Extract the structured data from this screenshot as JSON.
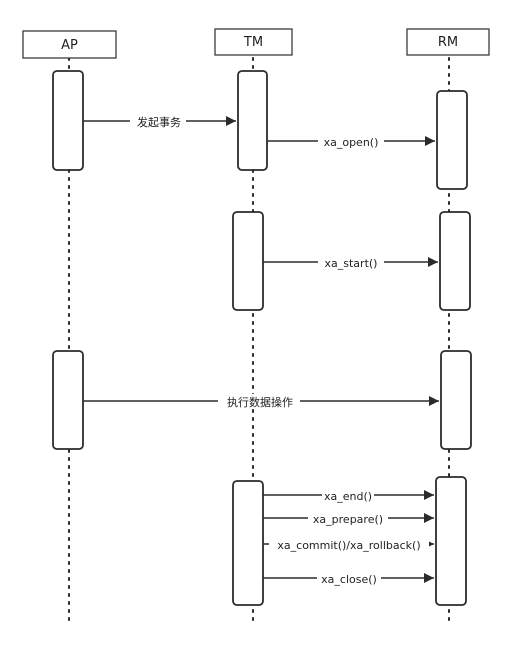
{
  "participants": [
    {
      "id": "ap",
      "name": "AP"
    },
    {
      "id": "tm",
      "name": "TM"
    },
    {
      "id": "rm",
      "name": "RM"
    }
  ],
  "activations": [
    {
      "participant": "ap"
    },
    {
      "participant": "tm"
    },
    {
      "participant": "rm"
    },
    {
      "participant": "tm"
    },
    {
      "participant": "rm"
    },
    {
      "participant": "ap"
    },
    {
      "participant": "rm"
    },
    {
      "participant": "tm"
    },
    {
      "participant": "rm"
    }
  ],
  "messages": [
    {
      "from": "ap",
      "to": "tm",
      "label": "发起事务"
    },
    {
      "from": "tm",
      "to": "rm",
      "label": "xa_open()"
    },
    {
      "from": "tm",
      "to": "rm",
      "label": "xa_start()"
    },
    {
      "from": "ap",
      "to": "rm",
      "label": "执行数据操作"
    },
    {
      "from": "tm",
      "to": "rm",
      "label": "xa_end()"
    },
    {
      "from": "tm",
      "to": "rm",
      "label": "xa_prepare()"
    },
    {
      "from": "tm",
      "to": "rm",
      "label": "xa_commit()/xa_rollback()"
    },
    {
      "from": "tm",
      "to": "rm",
      "label": "xa_close()"
    }
  ],
  "colors": {
    "stroke": "#2b2b2b",
    "text": "#222222",
    "box_fill": "#ffffff"
  }
}
